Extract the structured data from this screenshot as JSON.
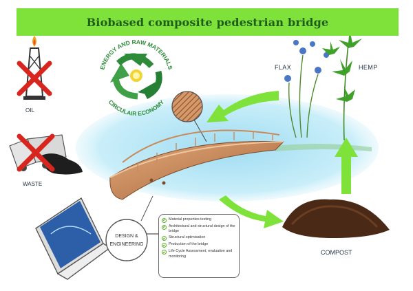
{
  "title": "Biobased composite pedestrian bridge",
  "labels": {
    "oil": "OIL",
    "waste": "WASTE",
    "flax": "FLAX",
    "hemp": "HEMP",
    "compost": "COMPOST",
    "design": "DESIGN & ENGINEERING"
  },
  "recycle_badge": {
    "top_text": "ENERGY AND RAW MATERIALS",
    "bottom_text": "CIRCULAIR ECONOMY"
  },
  "design_steps": [
    "Material properties testing",
    "Architectural and structural design of the bridge",
    "Structural optimisation",
    "Production of the bridge",
    "Life Cycle Assessment, evaluation and monitoring"
  ],
  "colors": {
    "banner": "#7ee23a",
    "arrow": "#7ee23a",
    "water": "#bfe9f7",
    "bridge": "#c98a5a",
    "cross": "#d8261f",
    "badge": "#2e8b3a"
  },
  "icons": [
    "oil-derrick-icon",
    "garbage-truck-icon",
    "laptop-icon",
    "recycle-icon",
    "flax-plant-icon",
    "hemp-plant-icon",
    "compost-pile-icon"
  ]
}
